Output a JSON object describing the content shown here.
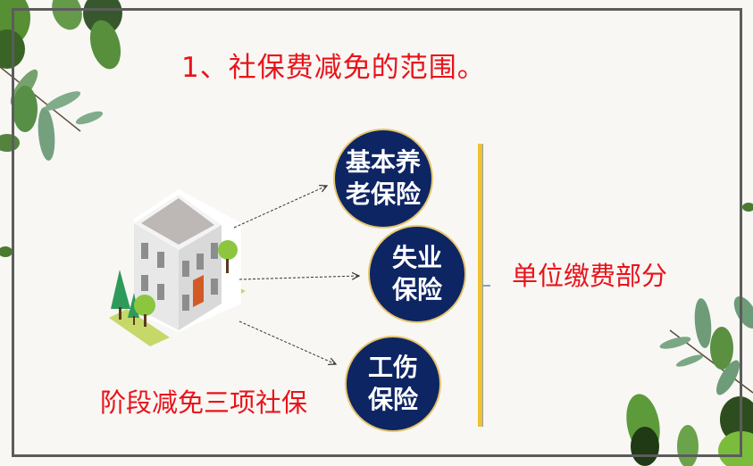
{
  "slide": {
    "title": "1、社保费减免的范围。",
    "insurance_items": [
      {
        "line1": "基本养",
        "line2": "老保险"
      },
      {
        "line1": "失业",
        "line2": "保险"
      },
      {
        "line1": "工伤",
        "line2": "保险"
      }
    ],
    "bracket_label": "单位缴费部分",
    "caption": "阶段减免三项社保"
  },
  "colors": {
    "title_red": "#e8141b",
    "circle_navy": "#0e2563",
    "circle_border_gold": "#e6c66b",
    "bracket_yellow": "#f2c12e",
    "frame_gray": "#5c5c5c",
    "background": "#f8f7f4"
  },
  "icons": {
    "building": "building-illustration",
    "leaves": "eucalyptus-leaf-decoration"
  }
}
